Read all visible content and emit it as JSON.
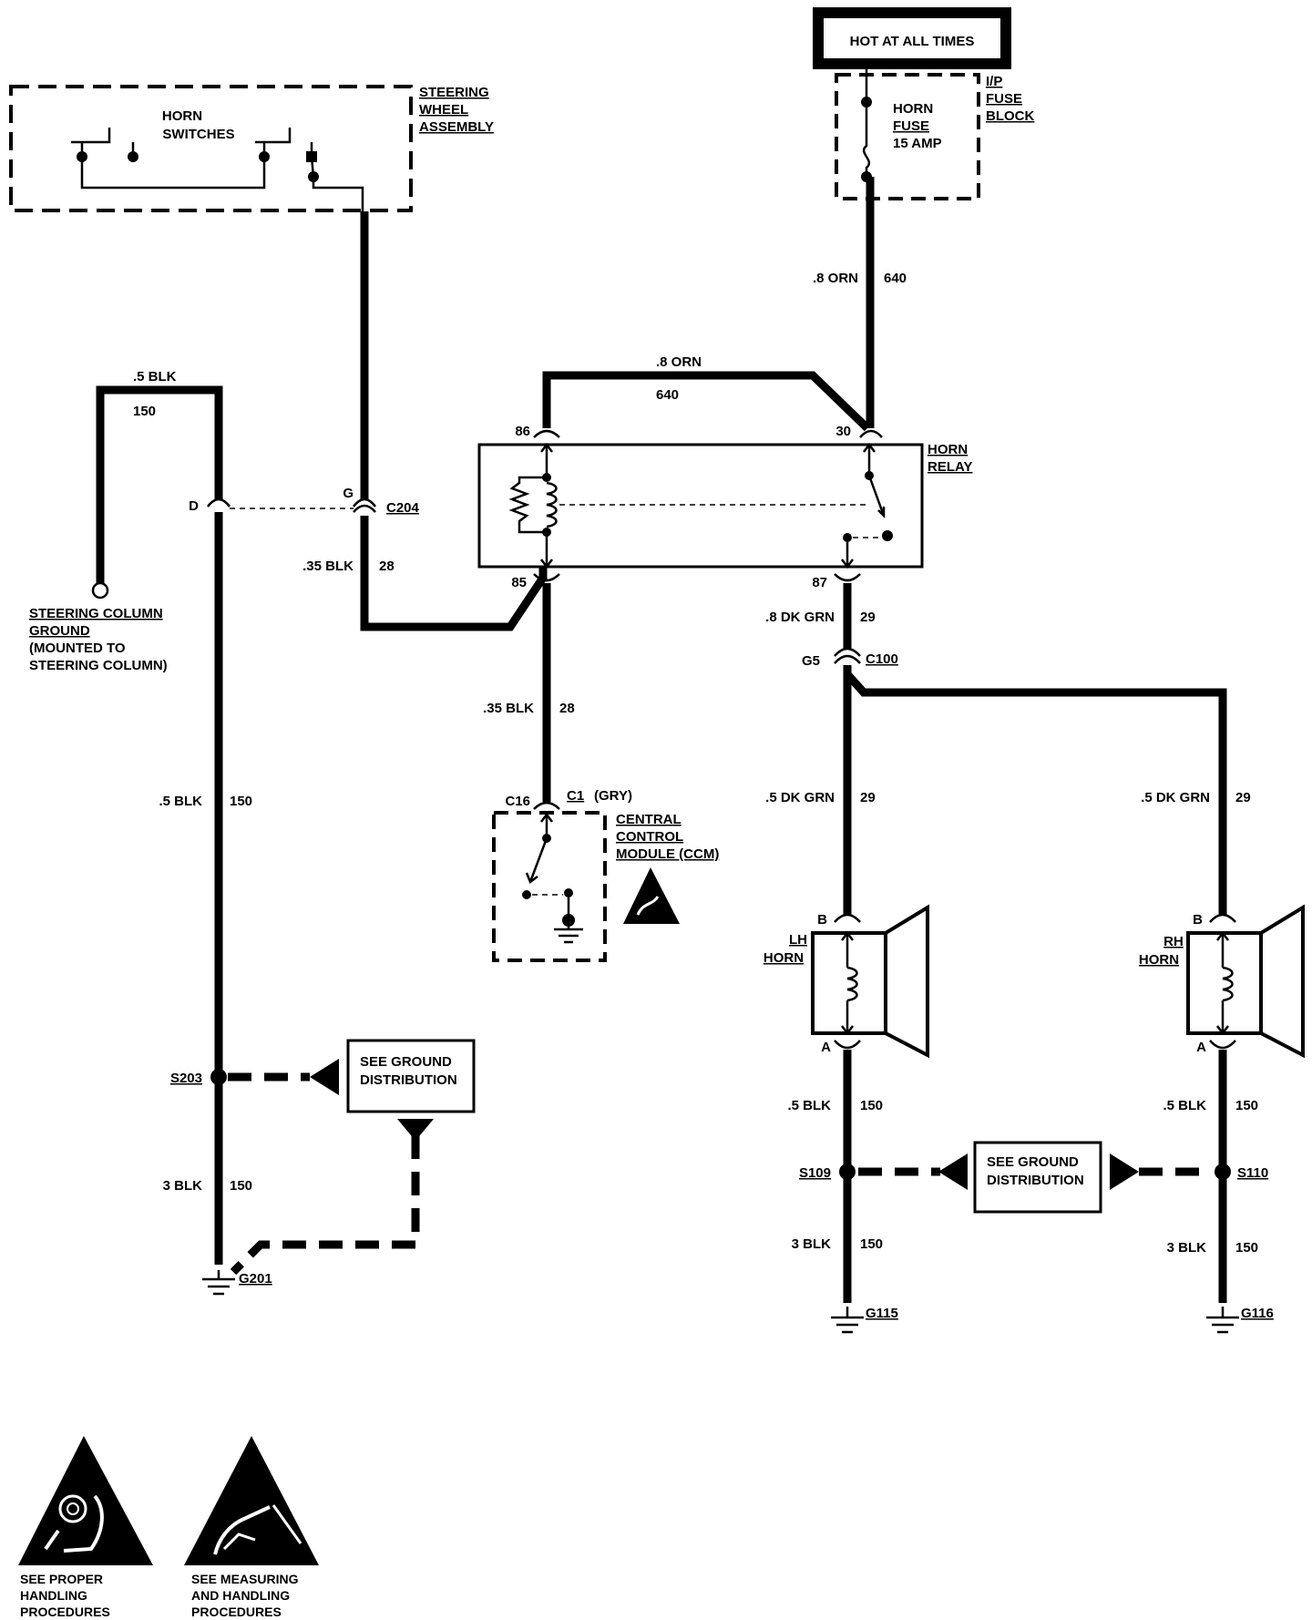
{
  "header": {
    "power_label": "HOT AT ALL TIMES"
  },
  "steering_wheel": {
    "title_lines": [
      "STEERING",
      "WHEEL",
      "ASSEMBLY"
    ],
    "switch_label_lines": [
      "HORN",
      "SWITCHES"
    ]
  },
  "fuse_block": {
    "title_lines": [
      "I/P",
      "FUSE",
      "BLOCK"
    ],
    "fuse_lines": [
      "HORN",
      "FUSE",
      "15 AMP"
    ]
  },
  "relay": {
    "title_lines": [
      "HORN",
      "RELAY"
    ],
    "pins": {
      "p86": "86",
      "p30": "30",
      "p85": "85",
      "p87": "87"
    }
  },
  "ccm": {
    "title_lines": [
      "CENTRAL",
      "CONTROL",
      "MODULE (CCM)"
    ],
    "connector_left": "C16",
    "connector_right": "C1",
    "connector_color": "(GRY)"
  },
  "connectors": {
    "c204": "C204",
    "d": "D",
    "g": "G",
    "c100": "C100",
    "g5": "G5",
    "lh_b": "B",
    "lh_a": "A",
    "rh_b": "B",
    "rh_a": "A"
  },
  "column_ground": {
    "lines": [
      "STEERING COLUMN",
      "GROUND",
      "(MOUNTED TO",
      "STEERING COLUMN)"
    ]
  },
  "horns": {
    "lh_lines": [
      "LH",
      "HORN"
    ],
    "rh_lines": [
      "RH",
      "HORN"
    ]
  },
  "wires": {
    "fuse_out_gauge": ".8 ORN",
    "fuse_out_circuit": "640",
    "top_gauge": ".8 ORN",
    "top_circuit": "640",
    "col_top_gauge": ".5 BLK",
    "col_top_circuit": "150",
    "c204_gauge": ".35 BLK",
    "c204_circuit": "28",
    "ccm_gauge": ".35 BLK",
    "ccm_circuit": "28",
    "p87_gauge": ".8 DK GRN",
    "p87_circuit": "29",
    "left_mid_gauge": ".5 BLK",
    "left_mid_circuit": "150",
    "left_low_gauge": "3 BLK",
    "left_low_circuit": "150",
    "lh_up_gauge": ".5 DK GRN",
    "lh_up_circuit": "29",
    "rh_up_gauge": ".5 DK GRN",
    "rh_up_circuit": "29",
    "lh_down_gauge": ".5 BLK",
    "lh_down_circuit": "150",
    "rh_down_gauge": ".5 BLK",
    "rh_down_circuit": "150",
    "lh_low_gauge": "3 BLK",
    "lh_low_circuit": "150",
    "rh_low_gauge": "3 BLK",
    "rh_low_circuit": "150"
  },
  "splices": {
    "s203": "S203",
    "s109": "S109",
    "s110": "S110"
  },
  "grounds": {
    "g201": "G201",
    "g115": "G115",
    "g116": "G116"
  },
  "ground_dist": {
    "left_lines": [
      "SEE GROUND",
      "DISTRIBUTION"
    ],
    "right_lines": [
      "SEE GROUND",
      "DISTRIBUTION"
    ]
  },
  "warnings": {
    "proper_lines": [
      "SEE PROPER",
      "HANDLING",
      "PROCEDURES"
    ],
    "measuring_lines": [
      "SEE MEASURING",
      "AND HANDLING",
      "PROCEDURES"
    ]
  }
}
